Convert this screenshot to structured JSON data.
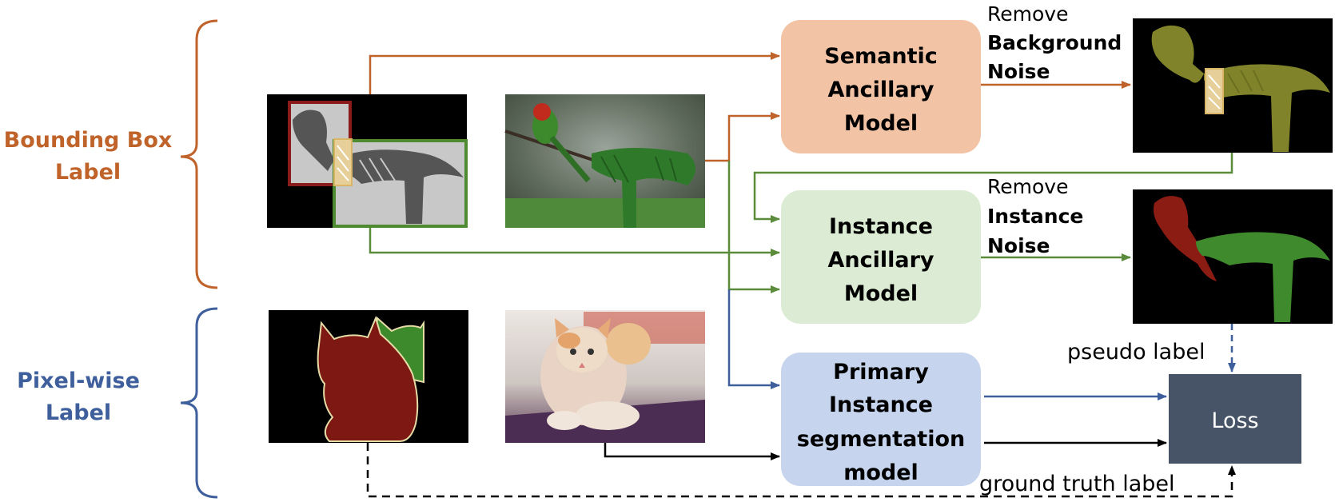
{
  "colors": {
    "orange": "#c0632a",
    "green": "#5b8c3c",
    "blue": "#3e5f9c",
    "black": "#000000",
    "semantic_box": "#f3c3a5",
    "instance_box": "#dcebd3",
    "primary_box": "#c6d4ee",
    "loss_box": "#475467"
  },
  "labels": {
    "bbox_label": [
      "Bounding Box",
      "Label"
    ],
    "pixel_label": [
      "Pixel-wise",
      "Label"
    ]
  },
  "models": {
    "semantic": [
      "Semantic",
      "Ancillary",
      "Model"
    ],
    "instance": [
      "Instance",
      "Ancillary",
      "Model"
    ],
    "primary": [
      "Primary",
      "Instance",
      "segmentation",
      "model"
    ]
  },
  "loss": "Loss",
  "annotations": {
    "remove_bg": {
      "line1": "Remove",
      "line2": "Background",
      "line3": "Noise"
    },
    "remove_inst": {
      "line1": "Remove",
      "line2": "Instance",
      "line3": "Noise"
    },
    "pseudo_label": "pseudo label",
    "ground_truth_label": "ground truth label"
  },
  "icons": {
    "bbox_mask": "bird-bbox-mask-image",
    "bird_photo": "parrot-photo-image",
    "semantic_output": "semantic-mask-output-image",
    "instance_output": "instance-mask-output-image",
    "cat_mask": "cat-mask-image",
    "cat_photo": "kitten-photo-image"
  }
}
